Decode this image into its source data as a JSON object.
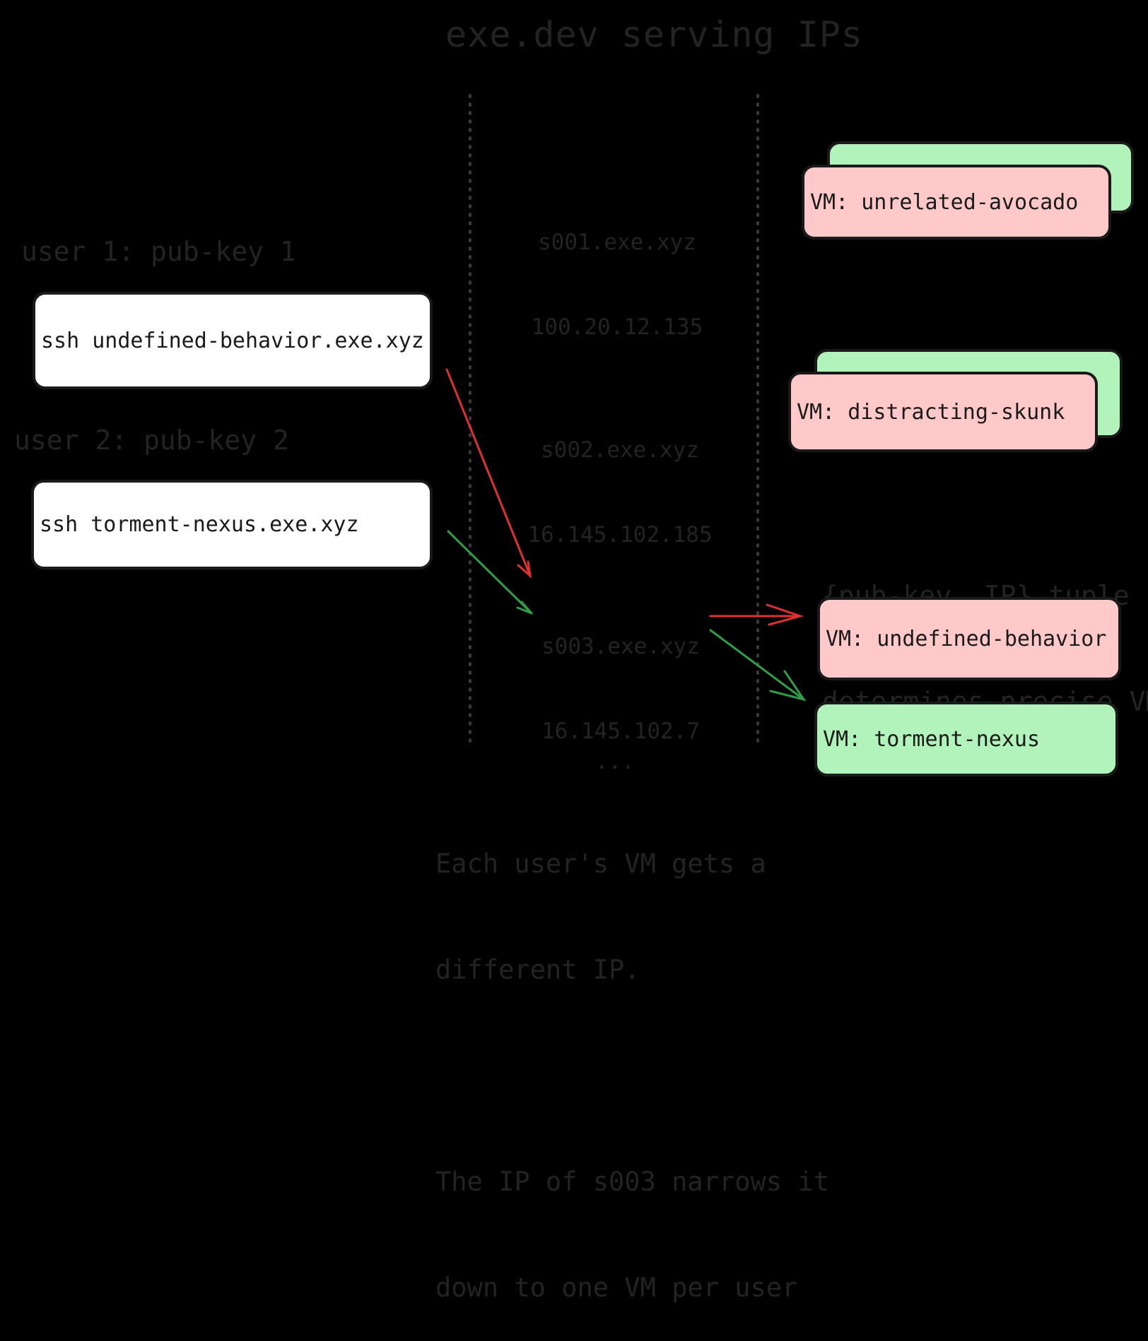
{
  "title": "exe.dev serving IPs",
  "users": [
    {
      "label": "user 1: pub-key 1",
      "command": "ssh undefined-behavior.exe.xyz"
    },
    {
      "label": "user 2: pub-key 2",
      "command": "ssh torment-nexus.exe.xyz"
    }
  ],
  "servers": [
    {
      "host": "s001.exe.xyz",
      "ip": "100.20.12.135"
    },
    {
      "host": "s002.exe.xyz",
      "ip": "16.145.102.185"
    },
    {
      "host": "s003.exe.xyz",
      "ip": "16.145.102.7"
    },
    {
      "host": "...",
      "ip": ""
    }
  ],
  "vms": {
    "unrelated_avocado": "VM: unrelated-avocado",
    "distracting_skunk": "VM: distracting-skunk",
    "undefined_behavior": "VM: undefined-behavior",
    "torment_nexus": "VM: torment-nexus"
  },
  "tuple_note": {
    "line1": "{pub-key, IP} tuple",
    "line2": "determines precise VM"
  },
  "bottom_note": {
    "line1": "Each user's VM gets a",
    "line2": "different IP.",
    "line3": "The IP of s003 narrows it",
    "line4": "down to one VM per user"
  },
  "colors": {
    "background": "#000000",
    "dim_text": "#232323",
    "user1_arrow": "#e03131",
    "user2_arrow": "#2f9e44",
    "vm_user1": "#ffc9c9",
    "vm_user2": "#b2f2bb",
    "client_box": "#ffffff"
  }
}
